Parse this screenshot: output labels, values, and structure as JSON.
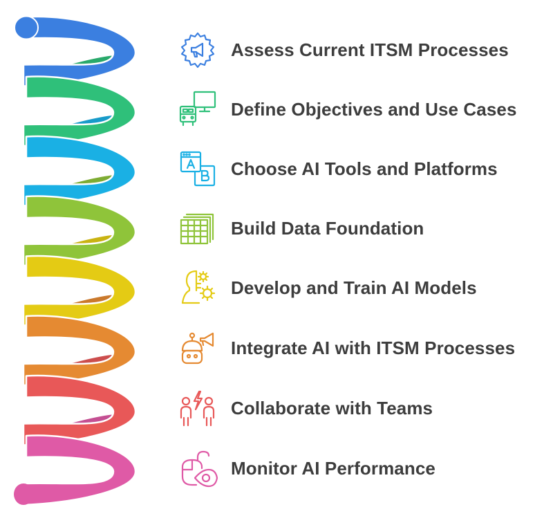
{
  "steps": [
    {
      "label": "Assess Current ITSM Processes",
      "color": "#3b7fe0",
      "icon": "gear-megaphone-icon"
    },
    {
      "label": "Define Objectives and Use Cases",
      "color": "#2fc07a",
      "icon": "monitor-bus-icon"
    },
    {
      "label": "Choose AI Tools and Platforms",
      "color": "#1ab0e4",
      "icon": "ab-choice-icon"
    },
    {
      "label": "Build Data Foundation",
      "color": "#8fc43a",
      "icon": "spreadsheet-stack-icon"
    },
    {
      "label": "Develop and Train AI Models",
      "color": "#e4cb14",
      "icon": "head-gears-icon"
    },
    {
      "label": "Integrate AI with ITSM Processes",
      "color": "#e58a32",
      "icon": "robot-megaphone-icon"
    },
    {
      "label": "Collaborate with Teams",
      "color": "#e85858",
      "icon": "people-lightning-icon"
    },
    {
      "label": "Monitor AI Performance",
      "color": "#df5aa6",
      "icon": "mouse-eye-icon"
    }
  ]
}
